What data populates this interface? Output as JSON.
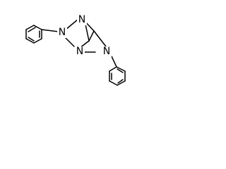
{
  "structure": {
    "atoms": {
      "n_top": "N",
      "n_left": "N",
      "n_center": "N",
      "n_right": "N"
    },
    "substituents": {
      "left": "phenyl",
      "right": "phenyl"
    },
    "colors": {
      "bond": "#000000",
      "background": "#ffffff"
    }
  }
}
